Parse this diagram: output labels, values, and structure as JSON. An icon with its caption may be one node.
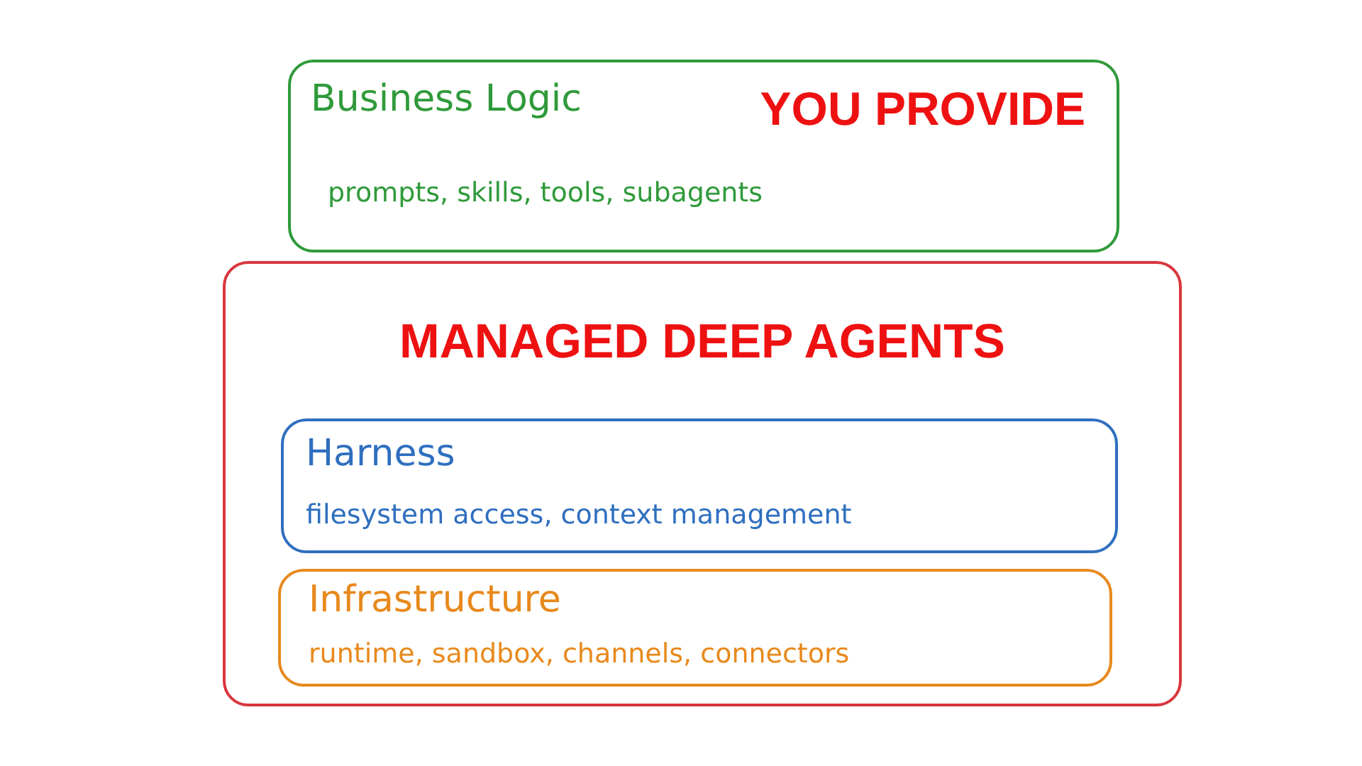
{
  "diagram": {
    "nodes": [
      {
        "text": [
          "Business Logic",
          "YOU PROVIDE",
          "prompts, skills, tools, subagents"
        ]
      },
      {
        "text": [
          "MANAGED DEEP AGENTS"
        ]
      },
      {
        "text": [
          "Harness",
          "filesystem access, context management"
        ],
        "in": 1
      },
      {
        "text": [
          "Infrastructure",
          "runtime, sandbox, channels, connectors"
        ],
        "in": 1
      }
    ]
  }
}
